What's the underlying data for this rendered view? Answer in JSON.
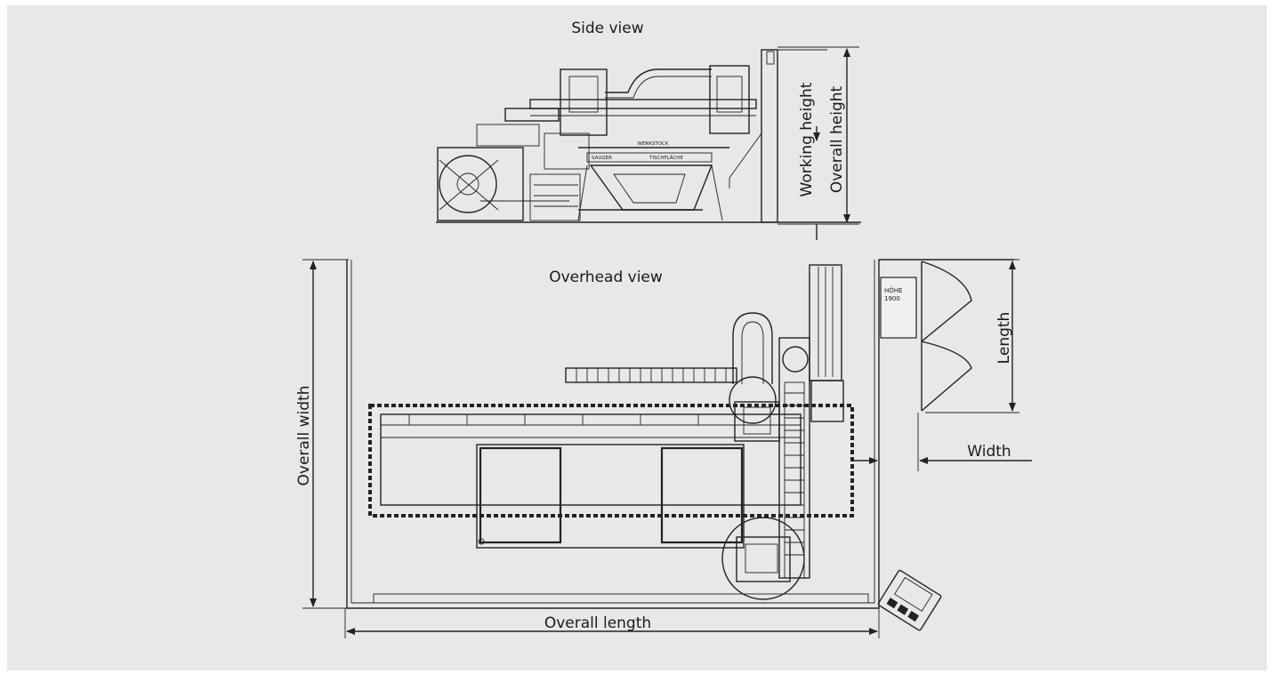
{
  "views": {
    "side_view": "Side view",
    "overhead_view": "Overhead view"
  },
  "dimensions": {
    "working_height": "Working height",
    "overall_height": "Overall height",
    "overall_width": "Overall width",
    "overall_length": "Overall length",
    "length": "Length",
    "width": "Width"
  },
  "machine_labels": {
    "hohe_line1": "HÖHE",
    "hohe_line2": "1900",
    "werkstock": "WERKSTOCK",
    "sauger": "SAUGER",
    "tischflache": "TISCHFLÄCHE"
  },
  "colors": {
    "background": "#e6e8e9",
    "line": "#222222"
  }
}
